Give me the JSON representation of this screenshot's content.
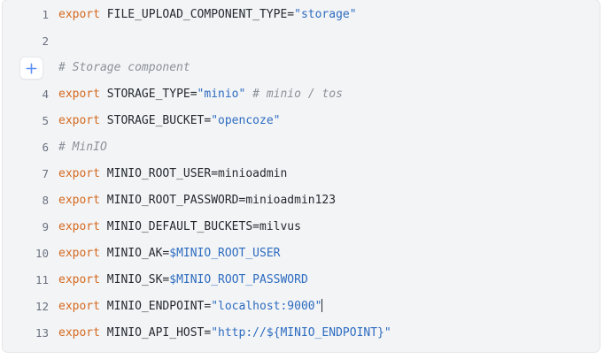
{
  "editor": {
    "name": "shell-script-editor",
    "add_line_button": {
      "icon": "plus-icon",
      "tooltip": "Add line"
    },
    "colors": {
      "background": "#f3f4f6",
      "border": "#e3e5e8",
      "gutter_text": "#6b7280",
      "keyword": "#d4691e",
      "string": "#2d6cc0",
      "variable": "#2d6cc0",
      "comment": "#8b9098",
      "text": "#24292f",
      "plus_icon": "#5b8ff9"
    },
    "lines": [
      {
        "number": "1",
        "type": "code",
        "tokens": [
          {
            "t": "kw",
            "v": "export"
          },
          {
            "t": "plain",
            "v": " "
          },
          {
            "t": "name",
            "v": "FILE_UPLOAD_COMPONENT_TYPE"
          },
          {
            "t": "op",
            "v": "="
          },
          {
            "t": "str",
            "v": "\"storage\""
          }
        ]
      },
      {
        "number": "2",
        "type": "blank",
        "tokens": []
      },
      {
        "number": "+",
        "type": "add",
        "tokens": [
          {
            "t": "comment",
            "v": "# Storage component"
          }
        ]
      },
      {
        "number": "4",
        "type": "code",
        "tokens": [
          {
            "t": "kw",
            "v": "export"
          },
          {
            "t": "plain",
            "v": " "
          },
          {
            "t": "name",
            "v": "STORAGE_TYPE"
          },
          {
            "t": "op",
            "v": "="
          },
          {
            "t": "str",
            "v": "\"minio\""
          },
          {
            "t": "plain",
            "v": " "
          },
          {
            "t": "comment",
            "v": "# minio / tos"
          }
        ]
      },
      {
        "number": "5",
        "type": "code",
        "tokens": [
          {
            "t": "kw",
            "v": "export"
          },
          {
            "t": "plain",
            "v": " "
          },
          {
            "t": "name",
            "v": "STORAGE_BUCKET"
          },
          {
            "t": "op",
            "v": "="
          },
          {
            "t": "str",
            "v": "\"opencoze\""
          }
        ]
      },
      {
        "number": "6",
        "type": "code",
        "tokens": [
          {
            "t": "comment",
            "v": "# MinIO"
          }
        ]
      },
      {
        "number": "7",
        "type": "code",
        "tokens": [
          {
            "t": "kw",
            "v": "export"
          },
          {
            "t": "plain",
            "v": " "
          },
          {
            "t": "name",
            "v": "MINIO_ROOT_USER"
          },
          {
            "t": "op",
            "v": "="
          },
          {
            "t": "plain",
            "v": "minioadmin"
          }
        ]
      },
      {
        "number": "8",
        "type": "code",
        "tokens": [
          {
            "t": "kw",
            "v": "export"
          },
          {
            "t": "plain",
            "v": " "
          },
          {
            "t": "name",
            "v": "MINIO_ROOT_PASSWORD"
          },
          {
            "t": "op",
            "v": "="
          },
          {
            "t": "plain",
            "v": "minioadmin123"
          }
        ]
      },
      {
        "number": "9",
        "type": "code",
        "tokens": [
          {
            "t": "kw",
            "v": "export"
          },
          {
            "t": "plain",
            "v": " "
          },
          {
            "t": "name",
            "v": "MINIO_DEFAULT_BUCKETS"
          },
          {
            "t": "op",
            "v": "="
          },
          {
            "t": "plain",
            "v": "milvus"
          }
        ]
      },
      {
        "number": "10",
        "type": "code",
        "tokens": [
          {
            "t": "kw",
            "v": "export"
          },
          {
            "t": "plain",
            "v": " "
          },
          {
            "t": "name",
            "v": "MINIO_AK"
          },
          {
            "t": "op",
            "v": "="
          },
          {
            "t": "var",
            "v": "$MINIO_ROOT_USER"
          }
        ]
      },
      {
        "number": "11",
        "type": "code",
        "tokens": [
          {
            "t": "kw",
            "v": "export"
          },
          {
            "t": "plain",
            "v": " "
          },
          {
            "t": "name",
            "v": "MINIO_SK"
          },
          {
            "t": "op",
            "v": "="
          },
          {
            "t": "var",
            "v": "$MINIO_ROOT_PASSWORD"
          }
        ]
      },
      {
        "number": "12",
        "type": "code",
        "caret": true,
        "tokens": [
          {
            "t": "kw",
            "v": "export"
          },
          {
            "t": "plain",
            "v": " "
          },
          {
            "t": "name",
            "v": "MINIO_ENDPOINT"
          },
          {
            "t": "op",
            "v": "="
          },
          {
            "t": "str",
            "v": "\"localhost:9000\""
          }
        ]
      },
      {
        "number": "13",
        "type": "code",
        "tokens": [
          {
            "t": "kw",
            "v": "export"
          },
          {
            "t": "plain",
            "v": " "
          },
          {
            "t": "name",
            "v": "MINIO_API_HOST"
          },
          {
            "t": "op",
            "v": "="
          },
          {
            "t": "str",
            "v": "\"http://${MINIO_ENDPOINT}\""
          }
        ]
      }
    ]
  }
}
